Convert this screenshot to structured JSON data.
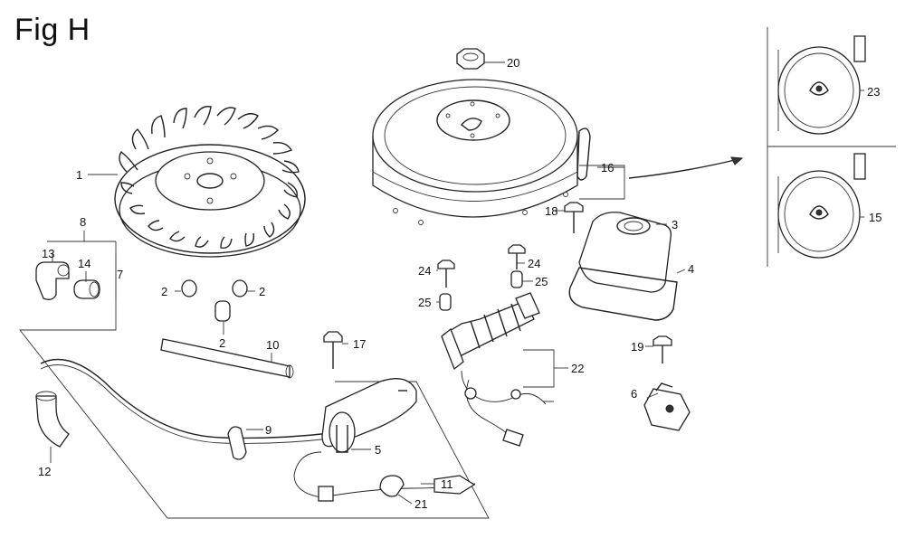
{
  "figure": {
    "title": "Fig H"
  },
  "callouts": [
    {
      "id": "c1",
      "label": "1"
    },
    {
      "id": "c2a",
      "label": "2"
    },
    {
      "id": "c2b",
      "label": "2"
    },
    {
      "id": "c2c",
      "label": "2"
    },
    {
      "id": "c3",
      "label": "3"
    },
    {
      "id": "c4",
      "label": "4"
    },
    {
      "id": "c5",
      "label": "5"
    },
    {
      "id": "c6",
      "label": "6"
    },
    {
      "id": "c7",
      "label": "7"
    },
    {
      "id": "c8",
      "label": "8"
    },
    {
      "id": "c9",
      "label": "9"
    },
    {
      "id": "c10",
      "label": "10"
    },
    {
      "id": "c11",
      "label": "11"
    },
    {
      "id": "c12",
      "label": "12"
    },
    {
      "id": "c13",
      "label": "13"
    },
    {
      "id": "c14",
      "label": "14"
    },
    {
      "id": "c15",
      "label": "15"
    },
    {
      "id": "c16",
      "label": "16"
    },
    {
      "id": "c17",
      "label": "17"
    },
    {
      "id": "c18",
      "label": "18"
    },
    {
      "id": "c19",
      "label": "19"
    },
    {
      "id": "c20",
      "label": "20"
    },
    {
      "id": "c21",
      "label": "21"
    },
    {
      "id": "c22",
      "label": "22"
    },
    {
      "id": "c23",
      "label": "23"
    },
    {
      "id": "c24a",
      "label": "24"
    },
    {
      "id": "c24b",
      "label": "24"
    },
    {
      "id": "c25a",
      "label": "25"
    },
    {
      "id": "c25b",
      "label": "25"
    }
  ]
}
